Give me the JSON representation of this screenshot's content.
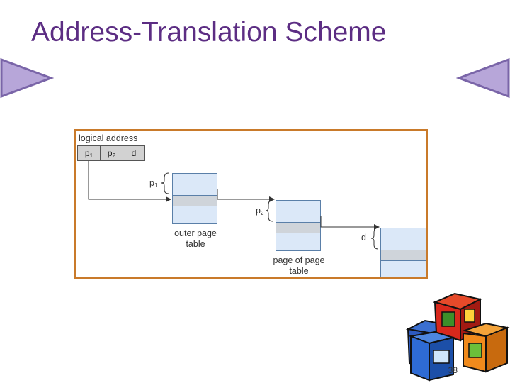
{
  "slide": {
    "title": "Address-Translation Scheme",
    "page_number": "38"
  },
  "diagram": {
    "logical_address_label": "logical address",
    "fields": [
      {
        "main": "p",
        "sub": "1"
      },
      {
        "main": "p",
        "sub": "2"
      },
      {
        "main": "d",
        "sub": ""
      }
    ],
    "brace_labels": [
      {
        "main": "p",
        "sub": "1"
      },
      {
        "main": "p",
        "sub": "2"
      },
      {
        "main": "d",
        "sub": ""
      }
    ],
    "outer_table_label": "outer page table",
    "page_of_table_label": "page of page table"
  },
  "colors": {
    "title": "#5c2d83",
    "frame_border": "#c97a2a",
    "table_fill": "#dbe8f8",
    "nav_arrow": "#b7a6d9"
  }
}
